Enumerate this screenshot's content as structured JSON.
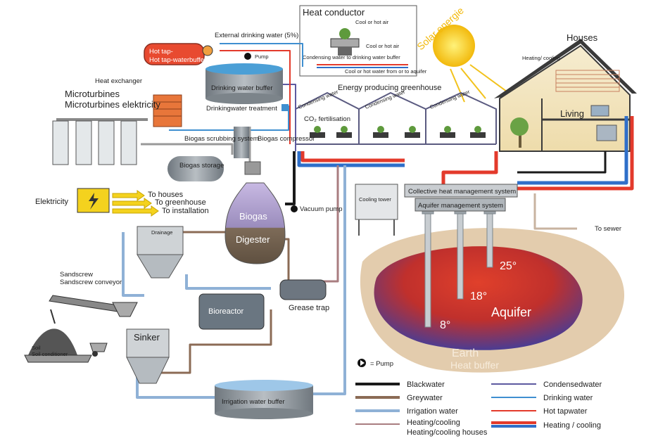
{
  "colors": {
    "blackwater": "#1a1a1a",
    "greywater": "#8b6b55",
    "irrigation": "#8fb1d6",
    "heating_houses": "#a97d80",
    "condensed": "#5d5aa0",
    "drinking": "#3f8fd0",
    "hot_tap": "#e33a2b",
    "heating_cooling_red": "#e33a2b",
    "heating_cooling_blue": "#2f6fc9",
    "tank_grey": "#8c9399",
    "aquifer_red": "#d8392a",
    "aquifer_purple": "#5a3b8e",
    "earth": "#e0c8aa",
    "sun": "#f7c81b",
    "buffer_red": "#e84a30",
    "digester_top": "#b7a7d3",
    "digester_bottom": "#7e6e5d"
  },
  "labels": {
    "heat_conductor": "Heat conductor",
    "cool_hot_air_top": "Cool or hot air",
    "cool_hot_air_mid": "Cool or hot air",
    "condensing_water_to_drinking_water_buffer": "Condensing water to drinking water buffer",
    "cool_hot_water": "Cool or hot water from or to aquifer",
    "solar_energy": "Solar energie",
    "houses": "Houses",
    "heating_cooling": "Heating/ cooling",
    "living": "Living",
    "energy_greenhouse": "Energy producing greenhouse",
    "external_drinking_water": "External drinking water (5%)",
    "pump_top": "Pump",
    "hot_tap_buffer": "Hot tap-waterbuffer",
    "heat_exchanger": "Heat exchanger",
    "drinking_water_buffer": "Drinking water buffer",
    "drinking_water_treatment": "Drinkingwater treatment",
    "microturbines": "Microturbines elektricity",
    "co2": "CO₂ fertilisation",
    "condensing_water_1": "Condensing water",
    "condensing_water_2": "Condensing water",
    "condensing_water_3": "Condensing water",
    "biogas_scrubbing": "Biogas scrubbing system",
    "biogas_compressor": "Biogas compressor",
    "biogas_storage": "Biogas storage",
    "elektricity": "Elektricity",
    "to_houses": "To houses",
    "to_greenhouse": "To greenhouse",
    "to_installation": "To installation",
    "biogas": "Biogas",
    "digester": "Digester",
    "vacuum_pump": "Vacuum pump",
    "cooling_tower": "Cooling tower",
    "collective_heat": "Collective heat management system",
    "aquifer_management": "Aquifer management system",
    "to_sewer": "To sewer",
    "drainage": "Drainage",
    "sandscrew": "Sandscrew conveyor",
    "bioreactor": "Bioreactor",
    "grease_trap": "Grease trap",
    "soil_conditioner": "Soil conditioner",
    "sinker": "Sinker",
    "irrigation_buffer": "Irrigation water buffer",
    "temp_25": "25°",
    "temp_18": "18°",
    "temp_8": "8°",
    "aquifer": "Aquifer",
    "earth": "Earth",
    "heat_buffer": "Heat buffer"
  },
  "legend": {
    "pump": "= Pump",
    "blackwater": "Blackwater",
    "greywater": "Greywater",
    "irrigation": "Irrigation water",
    "heating_houses": "Heating/cooling houses",
    "condensed": "Condensedwater",
    "drinking": "Drinking water",
    "hot_tap": "Hot tapwater",
    "heating_cooling": "Heating / cooling"
  },
  "icons": [
    "pump-icon",
    "sun-icon",
    "lightning-icon",
    "tree-icon",
    "plant-icon",
    "wheelbarrow-icon",
    "shovel-icon"
  ]
}
